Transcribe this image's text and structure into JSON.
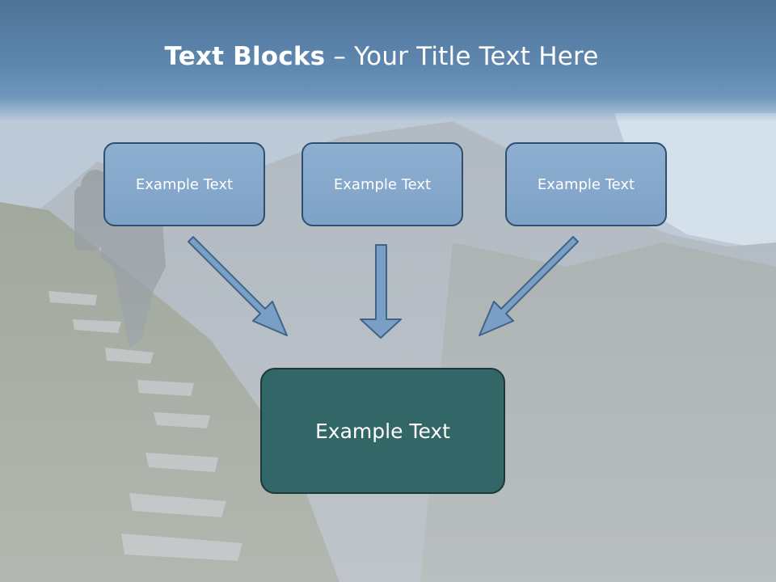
{
  "slide": {
    "title_bold": "Text Blocks",
    "title_rest": " – Your Title Text Here",
    "boxes": [
      {
        "label": "Example Text"
      },
      {
        "label": "Example Text"
      },
      {
        "label": "Example Text"
      }
    ],
    "result_box": {
      "label": "Example Text"
    }
  },
  "colors": {
    "header": "#5f88b0",
    "box_fill": "#7ea2c7",
    "box_border": "#2f4f6e",
    "result_fill": "#336666",
    "arrow_fill": "#7a9fc6"
  },
  "icons": [
    "arrow-down-right-icon",
    "arrow-down-icon",
    "arrow-down-left-icon"
  ]
}
